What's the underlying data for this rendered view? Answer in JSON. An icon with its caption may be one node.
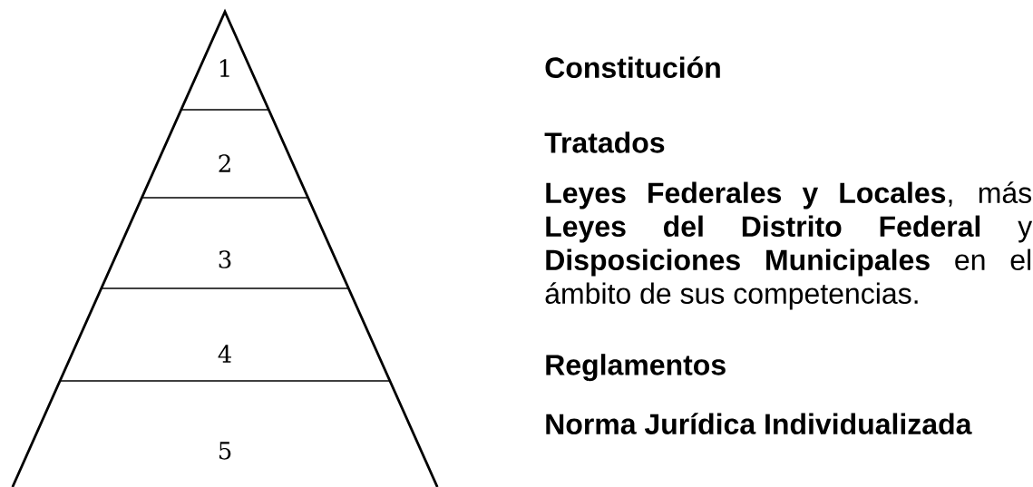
{
  "diagram": {
    "nodes": [
      {
        "text": [
          "1"
        ]
      },
      {
        "text": [
          "2"
        ]
      },
      {
        "text": [
          "3"
        ]
      },
      {
        "text": [
          "4"
        ]
      },
      {
        "text": [
          "5"
        ]
      }
    ],
    "edges": [],
    "labels": [
      "Constitución",
      "Tratados",
      "**Leyes Federales y Locales**, más **Leyes del Distrito Federal** y **Disposiciones Municipales** en el ámbito de sus competencias.",
      "Reglamentos",
      "Norma Jurídica Individualizada"
    ]
  }
}
